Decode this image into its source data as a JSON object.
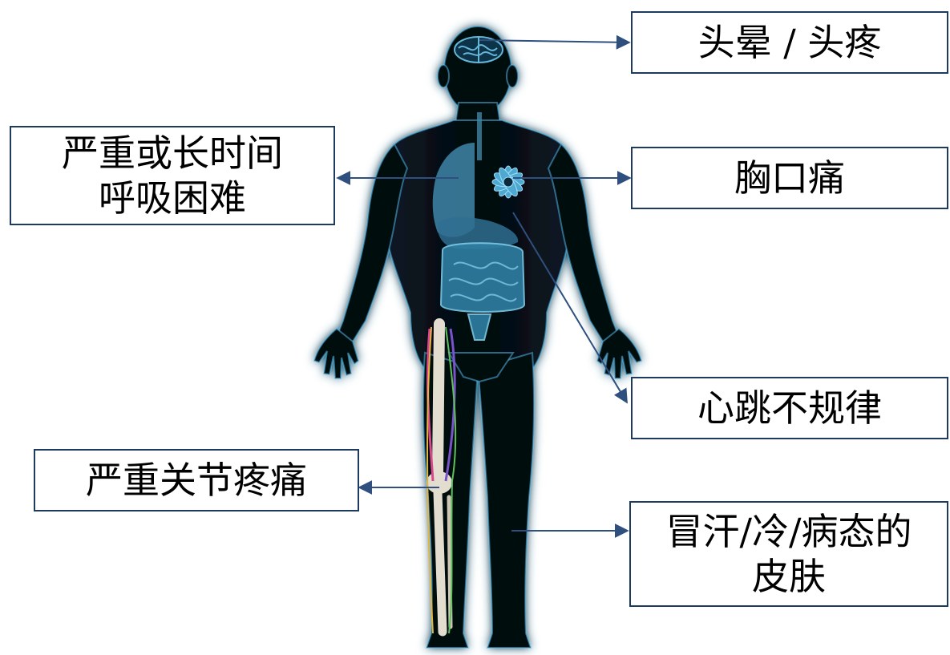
{
  "colors": {
    "box_border": "#1f3a5f",
    "arrow": "#2f4f7f",
    "body_fill": "#060b10",
    "body_glow": "#4fb6e6",
    "organ": "#3f86a8",
    "bone": "#e3ddd0"
  },
  "labels": {
    "dizziness_headache": "头晕 / 头疼",
    "breathing_line1": "严重或长时间",
    "breathing_line2": "呼吸困难",
    "chest_pain": "胸口痛",
    "irregular_heartbeat": "心跳不规律",
    "joint_pain": "严重关节疼痛",
    "skin_line1": "冒汗/冷/病态的",
    "skin_line2": "皮肤"
  }
}
